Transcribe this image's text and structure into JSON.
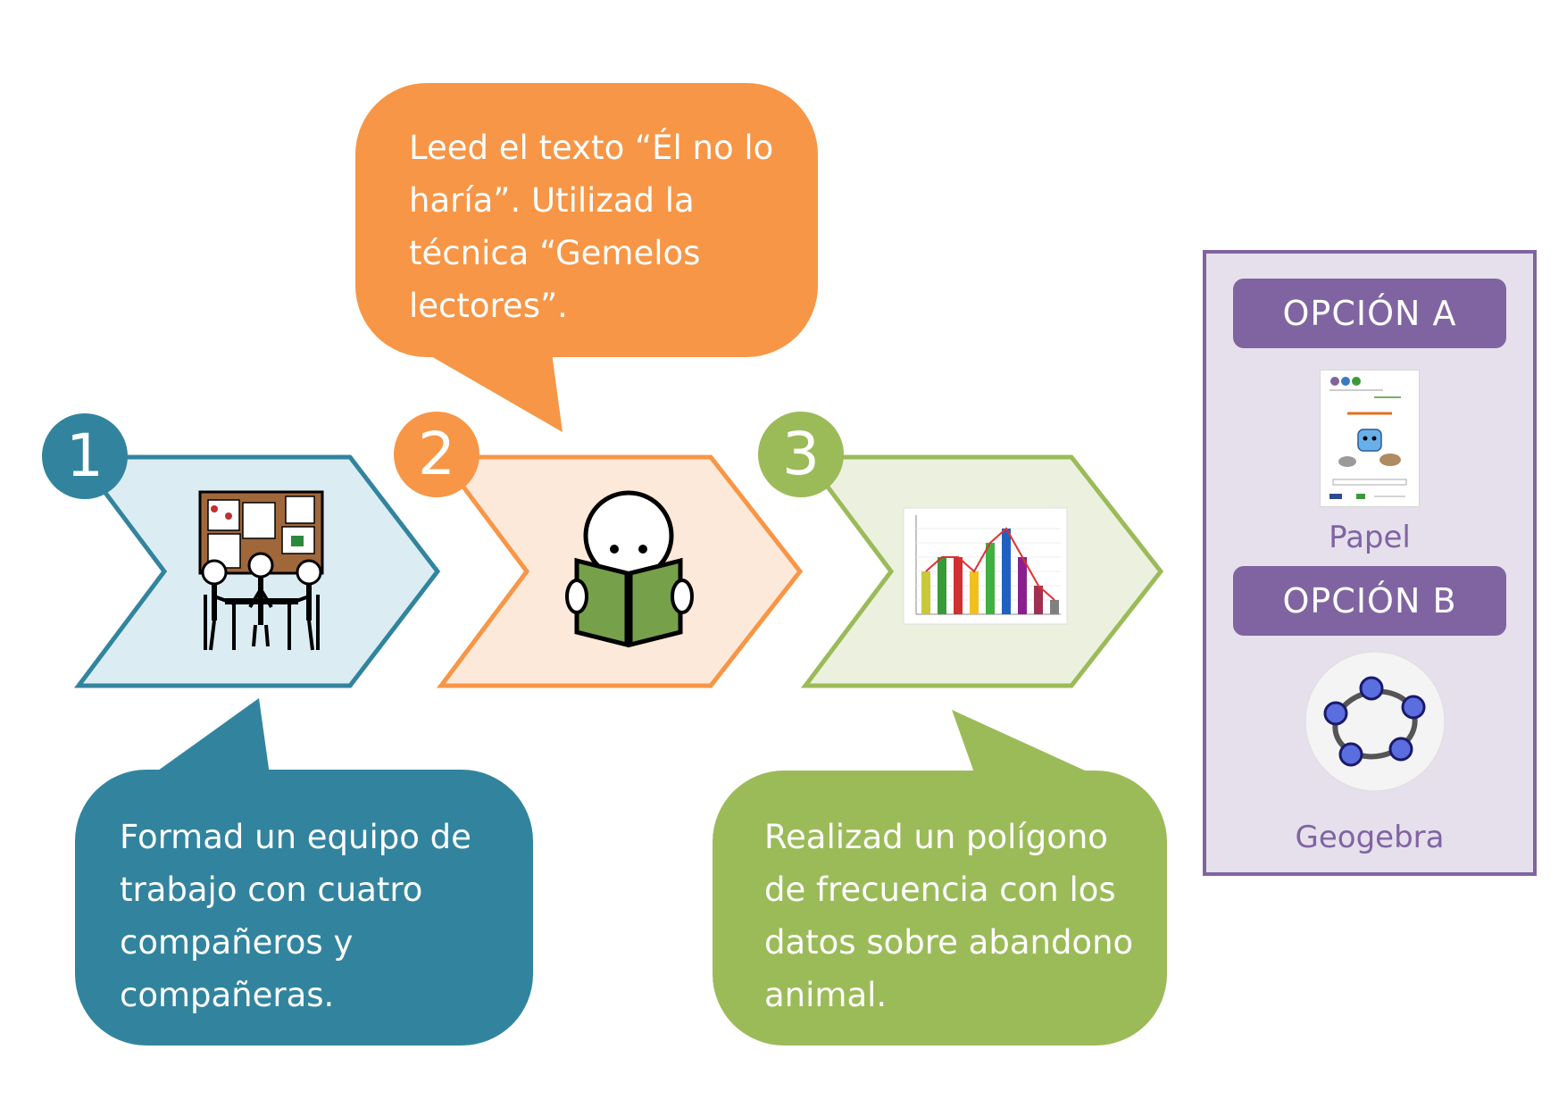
{
  "steps": [
    {
      "number": "1",
      "color": "#32849e",
      "fill": "#dbedf3",
      "icon": "team-meeting-icon"
    },
    {
      "number": "2",
      "color": "#f79646",
      "fill": "#fde9d9",
      "icon": "reading-book-icon"
    },
    {
      "number": "3",
      "color": "#9bbb59",
      "fill": "#ebf1de",
      "icon": "frequency-chart-icon"
    }
  ],
  "bubbles": {
    "step1": "Formad un equipo  de\ntrabajo  con cuatro\ncompañeros y\ncompañeras.",
    "step2": "Leed el texto “Él no lo\nharía”. Utilizad la\ntécnica “Gemelos\nlectores”.",
    "step3": "Realizad un polígono\nde frecuencia con los\ndatos sobre abandono\nanimal."
  },
  "options": {
    "a": {
      "header": "OPCIÓN  A",
      "label": "Papel",
      "icon": "document-thumbnail-icon"
    },
    "b": {
      "header": "OPCIÓN  B",
      "label": "Geogebra",
      "icon": "geogebra-logo-icon"
    }
  },
  "colors": {
    "teal": "#32849e",
    "orange": "#f79646",
    "green": "#9bbb59",
    "purple": "#8064a2",
    "panel": "#e6e0ec"
  }
}
